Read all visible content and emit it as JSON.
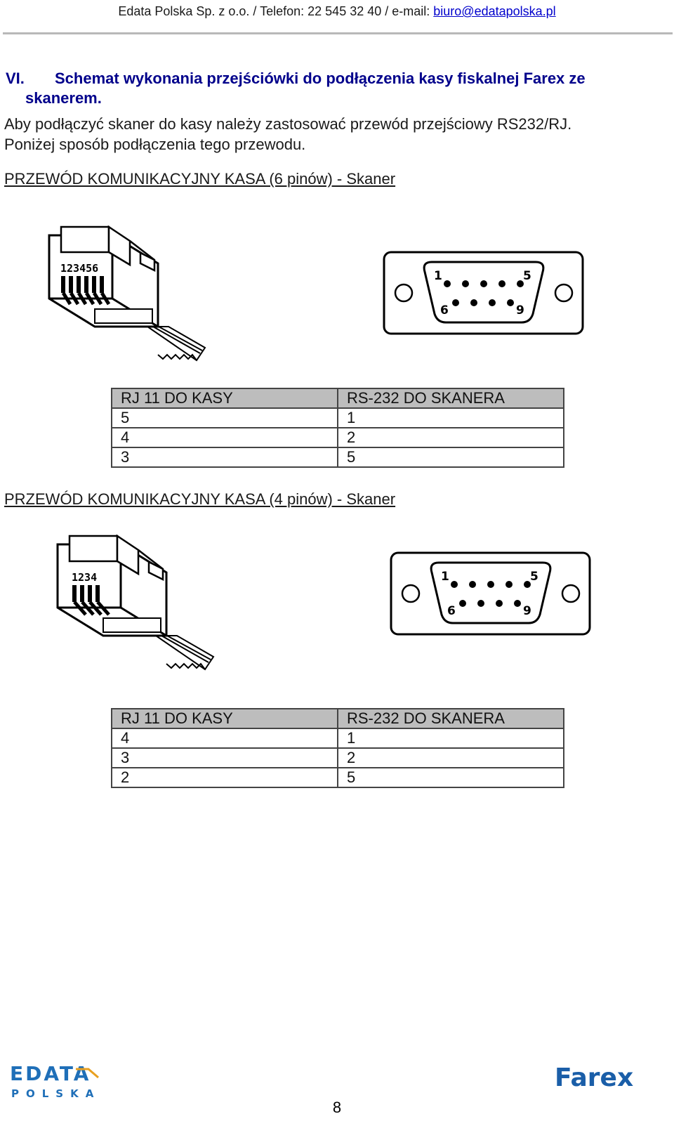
{
  "header": {
    "company": "Edata Polska Sp. z o.o. / Telefon: 22 545 32 40 / e-mail:",
    "email": "biuro@edatapolska.pl"
  },
  "section": {
    "number": "VI.",
    "title_line1": "Schemat wykonania przejściówki do podłączenia kasy fiskalnej Farex ze",
    "title_line2": "skanerem."
  },
  "intro": {
    "line1": "Aby podłączyć skaner do kasy należy zastosować przewód przejściowy RS232/RJ.",
    "line2": "Poniżej sposób podłączenia tego przewodu."
  },
  "cable6": {
    "title": "PRZEWÓD KOMUNIKACYJNY KASA (6 pinów) - Skaner",
    "rj_pins": "123456",
    "db9": {
      "pin_tl": "1",
      "pin_tr": "5",
      "pin_bl": "6",
      "pin_br": "9"
    },
    "table": {
      "headers": [
        "RJ 11 DO KASY",
        "RS-232 DO SKANERA"
      ],
      "rows": [
        [
          "5",
          "1"
        ],
        [
          "4",
          "2"
        ],
        [
          "3",
          "5"
        ]
      ]
    }
  },
  "cable4": {
    "title": "PRZEWÓD KOMUNIKACYJNY KASA (4 pinów) - Skaner",
    "rj_pins": "1234",
    "db9": {
      "pin_tl": "1",
      "pin_tr": "5",
      "pin_bl": "6",
      "pin_br": "9"
    },
    "table": {
      "headers": [
        "RJ 11 DO KASY",
        "RS-232 DO SKANERA"
      ],
      "rows": [
        [
          "4",
          "1"
        ],
        [
          "3",
          "2"
        ],
        [
          "2",
          "5"
        ]
      ]
    }
  },
  "footer": {
    "page_number": "8",
    "logo_left_top": "EDATA",
    "logo_left_bottom": "POLSKA",
    "logo_right": "Farex",
    "colors": {
      "edata_blue": "#1f6fb8",
      "edata_orange": "#e8a020",
      "farex_blue": "#1a5ea8"
    }
  }
}
